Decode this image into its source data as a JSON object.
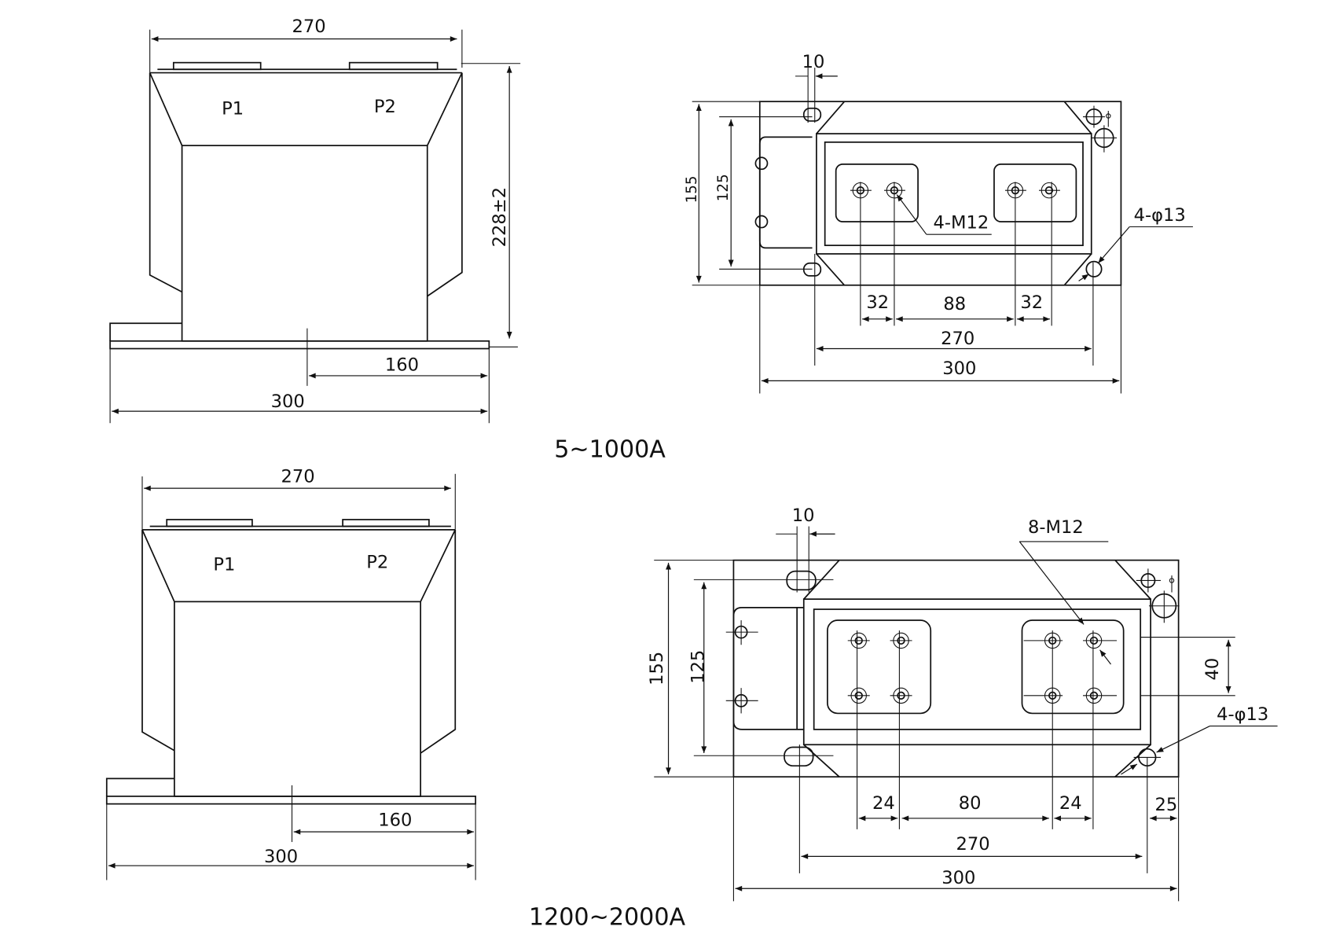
{
  "top": {
    "caption": "5~1000A",
    "side_view": {
      "width_label": "270",
      "p1": "P1",
      "p2": "P2",
      "height_label": "228±2",
      "offset_label": "160",
      "base_label": "300"
    },
    "plan_view": {
      "slot_label": "10",
      "outer_height": "155",
      "hole_pitch_v": "125",
      "terminal_note": "4-M12",
      "mount_note": "4-φ13",
      "dim_a": "32",
      "dim_b": "88",
      "dim_c": "32",
      "hole_pitch_h": "270",
      "base_length": "300"
    }
  },
  "bottom": {
    "caption": "1200~2000A",
    "side_view": {
      "width_label": "270",
      "p1": "P1",
      "p2": "P2",
      "offset_label": "160",
      "base_label": "300"
    },
    "plan_view": {
      "slot_label": "10",
      "terminal_note": "8-M12",
      "outer_height": "155",
      "hole_pitch_v": "125",
      "terminal_pitch_v": "40",
      "mount_note": "4-φ13",
      "dim_a": "24",
      "dim_b": "80",
      "dim_c": "24",
      "edge_offset": "25",
      "hole_pitch_h": "270",
      "base_length": "300"
    }
  }
}
